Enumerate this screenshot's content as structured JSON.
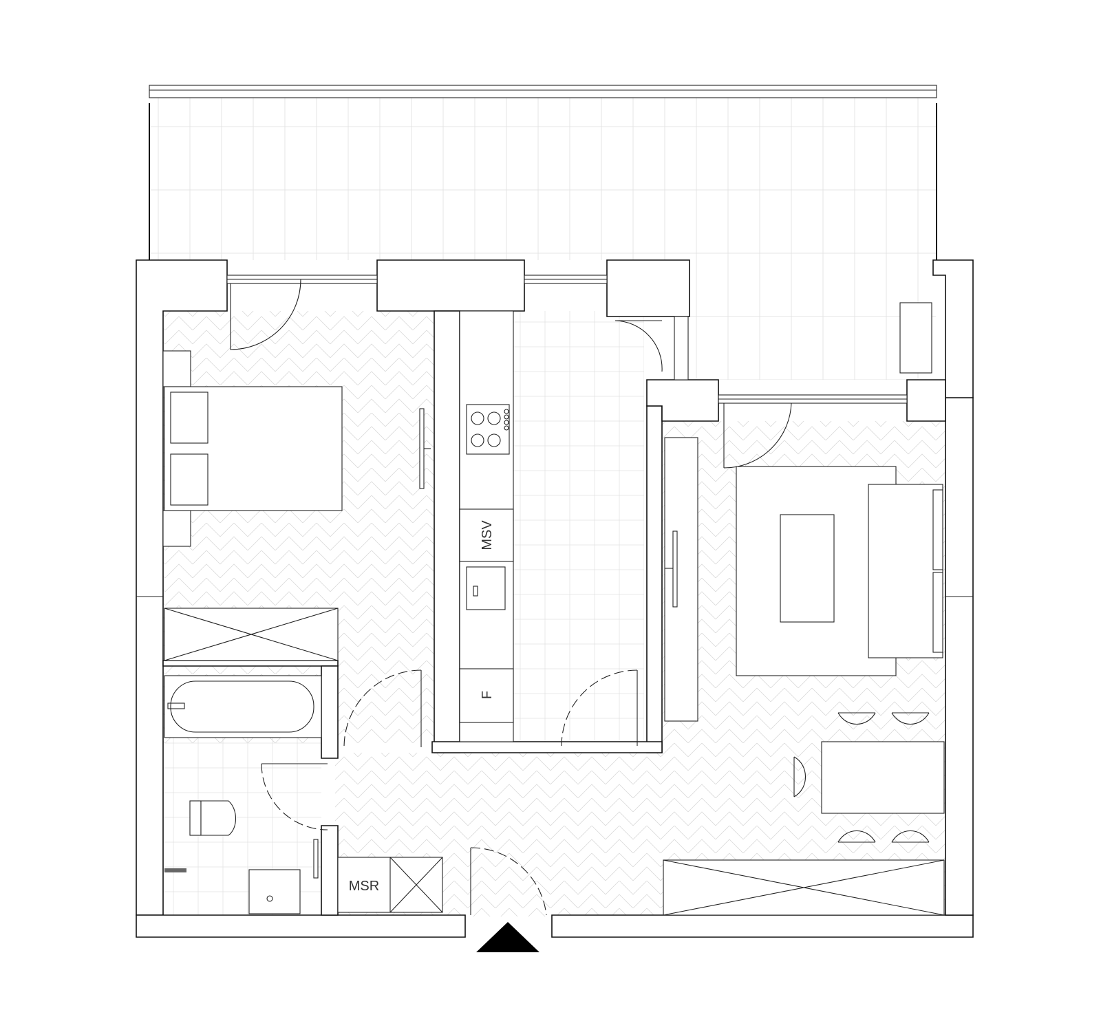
{
  "plan": {
    "labels": {
      "kitchen_appliance_1": "MSV",
      "kitchen_appliance_2": "F",
      "utility_closet": "MSR"
    },
    "entrance_marker": "entrance-triangle",
    "colors": {
      "wall": "#111111",
      "floor_pattern": "#cfcfcf",
      "background": "#ffffff",
      "entrance": "#000000"
    }
  }
}
